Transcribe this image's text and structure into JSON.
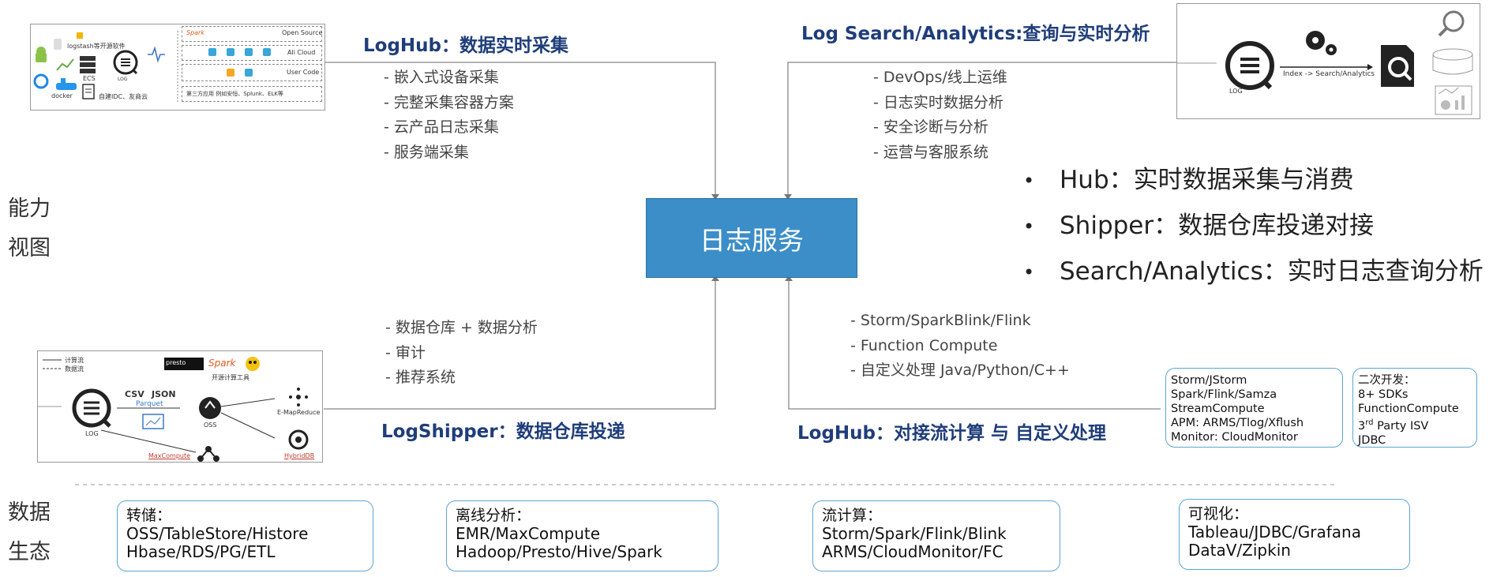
{
  "side_labels": {
    "capability": [
      "能力",
      "视图"
    ],
    "ecosystem": [
      "数据",
      "生态"
    ]
  },
  "center": {
    "label": "日志服务"
  },
  "sections": {
    "loghub_collect": {
      "title": "LogHub：数据实时采集",
      "items": [
        "嵌入式设备采集",
        "完整采集容器方案",
        "云产品日志采集",
        "服务端采集"
      ]
    },
    "log_search": {
      "title": "Log Search/Analytics:查询与实时分析",
      "items": [
        "DevOps/线上运维",
        "日志实时数据分析",
        "安全诊断与分析",
        "运营与客服系统"
      ]
    },
    "logshipper": {
      "title": "LogShipper：数据仓库投递",
      "items": [
        "数据仓库 + 数据分析",
        "审计",
        "推荐系统"
      ]
    },
    "loghub_stream": {
      "title": "LogHub：对接流计算 与 自定义处理",
      "items": [
        "Storm/SparkBlink/Flink",
        "Function Compute",
        "自定义处理 Java/Python/C++"
      ]
    }
  },
  "summary": [
    "Hub：实时数据采集与消费",
    "Shipper：数据仓库投递对接",
    "Search/Analytics：实时日志查询分析"
  ],
  "stream_box": {
    "lines": [
      "Storm/JStorm",
      "Spark/Flink/Samza",
      "StreamCompute",
      "APM: ARMS/Tlog/Xflush",
      "Monitor: CloudMonitor"
    ]
  },
  "dev_box": {
    "lines": [
      "二次开发：",
      "8+ SDKs",
      "FunctionCompute"
    ],
    "third_party": {
      "num": "3",
      "sup": "rd",
      "rest": " Party ISV"
    },
    "last": "JDBC"
  },
  "ecosystem": [
    {
      "title": "转储：",
      "lines": [
        "OSS/TableStore/Histore",
        "Hbase/RDS/PG/ETL"
      ]
    },
    {
      "title": "离线分析：",
      "lines": [
        "EMR/MaxCompute",
        "Hadoop/Presto/Hive/Spark"
      ]
    },
    {
      "title": "流计算：",
      "lines": [
        "Storm/Spark/Flink/Blink",
        "ARMS/CloudMonitor/FC"
      ]
    },
    {
      "title": "可视化：",
      "lines": [
        "Tableau/JDBC/Grafana",
        "DataV/Zipkin"
      ]
    }
  ],
  "collect_image": {
    "logstash": "logstash等开源软件",
    "ecs": "ECS",
    "docker": "docker",
    "idc": "自建IDC、友商云",
    "log": "LOG",
    "open_source": "Open Source",
    "ali_cloud": "Ali Cloud",
    "user_code": "User Code",
    "spark": "Spark",
    "third_party": "第三方应用  例如安恒、Splunk、ELK等"
  },
  "search_image": {
    "log": "LOG",
    "flow": "Index -> Search/Analytics"
  },
  "shipper_image": {
    "legend_compute": "计算流",
    "legend_data": "数据流",
    "csv": "CSV",
    "json": "JSON",
    "parquet": "Parquet",
    "presto": "presto",
    "spark": "Spark",
    "tools": "开源计算工具",
    "oss": "OSS",
    "log": "LOG",
    "emr": "E-MapReduce",
    "maxcompute": "MaxCompute",
    "hybriddb": "HybridDB"
  },
  "colors": {
    "center": "#3b8ec8",
    "title": "#1f3d7a",
    "box_border": "#5aa6d6"
  }
}
